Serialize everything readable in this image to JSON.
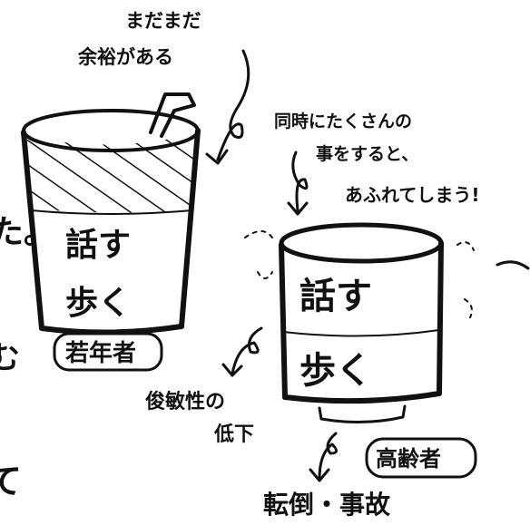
{
  "young": {
    "note": [
      "まだまだ",
      "余裕がある"
    ],
    "label_talk": "話す",
    "label_walk": "歩く",
    "caption": "若年者"
  },
  "elderly": {
    "note": [
      "同時にたくさんの",
      "事をすると、",
      "あふれてしまう!"
    ],
    "label_talk": "話す",
    "label_walk": "歩く",
    "caption": "高齢者",
    "effect": [
      "俊敏性の",
      "低下"
    ],
    "result": "転倒・事故"
  },
  "edge_fragments": [
    "た。",
    "む",
    "て"
  ],
  "colors": {
    "ink": "#111111",
    "paper": "#ffffff"
  }
}
